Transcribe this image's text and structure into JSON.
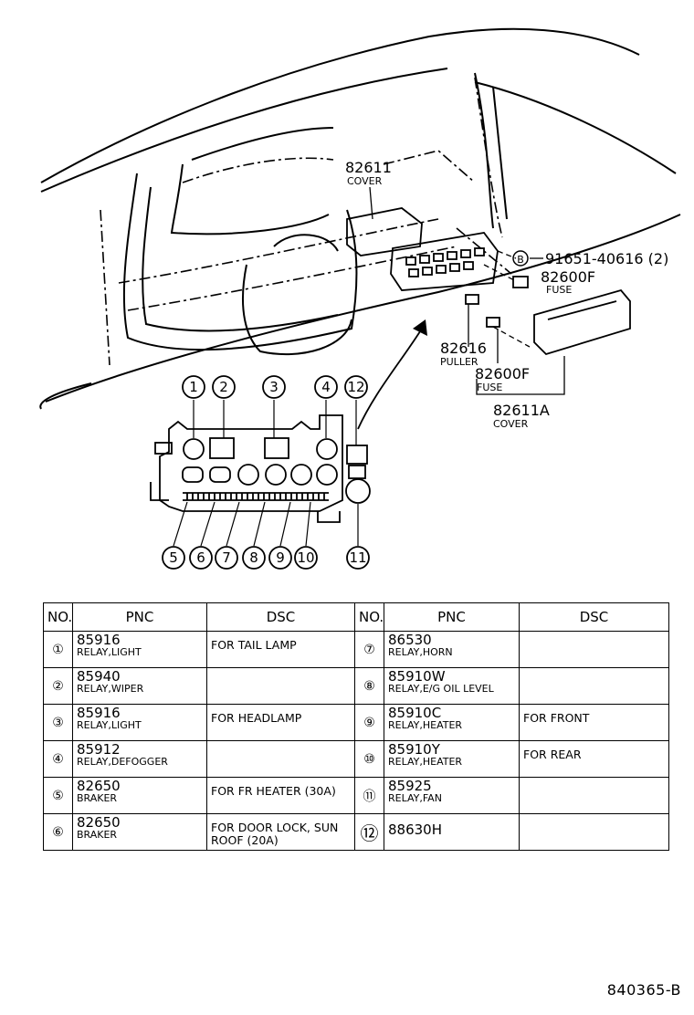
{
  "diagram": {
    "labels": {
      "cover_top_pnc": "82611",
      "cover_top_desc": "COVER",
      "bolt_marker": "B",
      "bolt_pnc": "91651-40616 (2)",
      "fuse1_pnc": "82600F",
      "fuse1_desc": "FUSE",
      "puller_pnc": "82616",
      "puller_desc": "PULLER",
      "fuse2_pnc": "82600F",
      "fuse2_desc": "FUSE",
      "cover2_pnc": "82611A",
      "cover2_desc": "COVER"
    },
    "callouts": [
      "1",
      "2",
      "3",
      "4",
      "5",
      "6",
      "7",
      "8",
      "9",
      "10",
      "11",
      "12"
    ]
  },
  "table": {
    "headers": {
      "no": "NO.",
      "pnc": "PNC",
      "dsc": "DSC"
    },
    "left": [
      {
        "no": "①",
        "pnc": "85916",
        "desc": "RELAY,LIGHT",
        "dsc": "FOR TAIL LAMP"
      },
      {
        "no": "②",
        "pnc": "85940",
        "desc": "RELAY,WIPER",
        "dsc": ""
      },
      {
        "no": "③",
        "pnc": "85916",
        "desc": "RELAY,LIGHT",
        "dsc": "FOR HEADLAMP"
      },
      {
        "no": "④",
        "pnc": "85912",
        "desc": "RELAY,DEFOGGER",
        "dsc": ""
      },
      {
        "no": "⑤",
        "pnc": "82650",
        "desc": "BRAKER",
        "dsc": "FOR FR HEATER (30A)"
      },
      {
        "no": "⑥",
        "pnc": "82650",
        "desc": "BRAKER",
        "dsc": "FOR DOOR LOCK, SUN ROOF (20A)"
      }
    ],
    "right": [
      {
        "no": "⑦",
        "pnc": "86530",
        "desc": "RELAY,HORN",
        "dsc": ""
      },
      {
        "no": "⑧",
        "pnc": "85910W",
        "desc": "RELAY,E/G OIL LEVEL",
        "dsc": ""
      },
      {
        "no": "⑨",
        "pnc": "85910C",
        "desc": "RELAY,HEATER",
        "dsc": "FOR FRONT"
      },
      {
        "no": "⑩",
        "pnc": "85910Y",
        "desc": "RELAY,HEATER",
        "dsc": "FOR REAR"
      },
      {
        "no": "⑪",
        "pnc": "85925",
        "desc": "RELAY,FAN",
        "dsc": ""
      },
      {
        "no": "⑫",
        "pnc": "88630H",
        "desc": "",
        "dsc": ""
      }
    ]
  },
  "doc_id": "840365-B"
}
